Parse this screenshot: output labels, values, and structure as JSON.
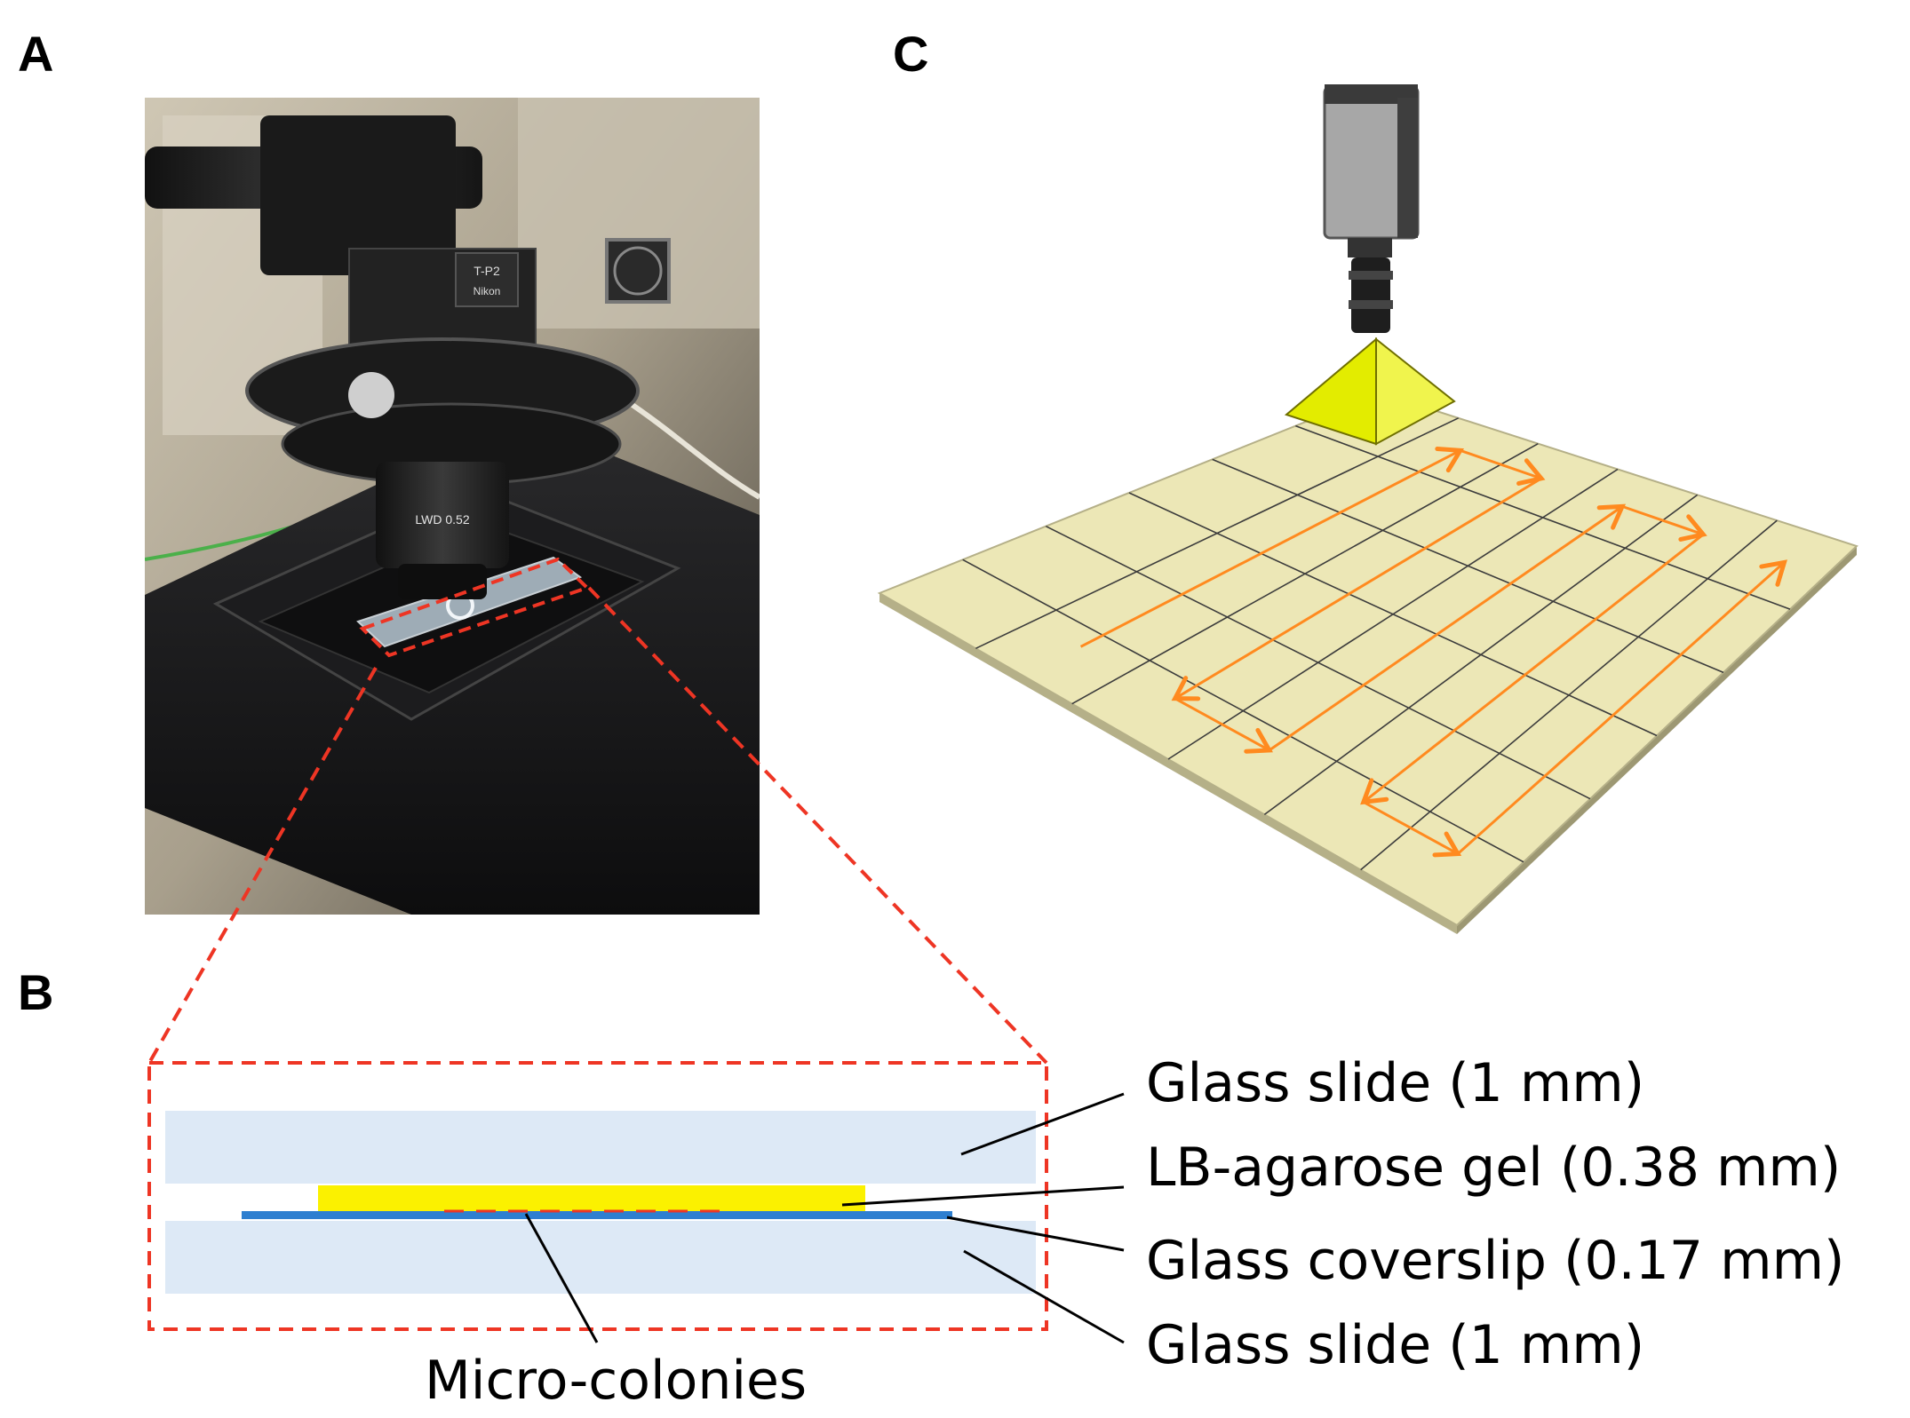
{
  "panels": {
    "a": "A",
    "b": "B",
    "c": "C"
  },
  "panel_b": {
    "labels": {
      "glass_slide_top": "Glass slide (1 mm)",
      "gel": "LB-agarose gel (0.38 mm)",
      "coverslip": "Glass coverslip (0.17 mm)",
      "glass_slide_bottom": "Glass slide (1 mm)",
      "micro_colonies": "Micro-colonies"
    },
    "colors": {
      "glass": "#dde9f6",
      "gel": "#fbf100",
      "coverslip": "#2e7fd0",
      "dashed": "#ee3524"
    }
  },
  "panel_a": {
    "photo_text": {
      "objective": "LWD 0.52",
      "module": "T-P2",
      "brand": "Nikon"
    }
  },
  "panel_c": {
    "colors": {
      "plate": "#ece7b6",
      "plate_edge": "#b5b088",
      "grid": "#3c3c3c",
      "path": "#ff8a1f",
      "cone": "#e3ec00",
      "camera_body": "#a7a7a7"
    }
  }
}
